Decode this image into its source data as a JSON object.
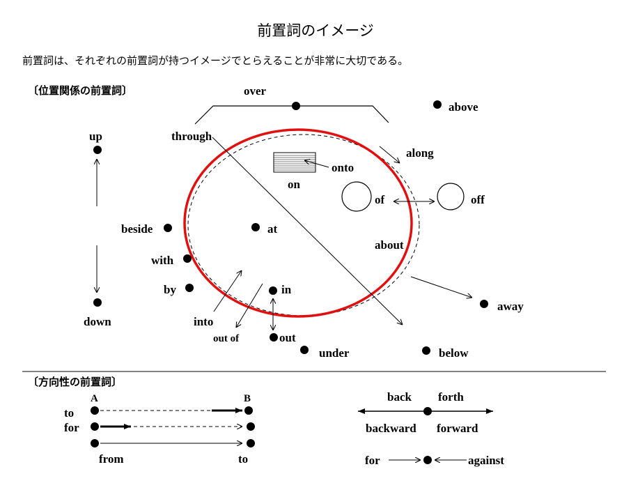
{
  "title": "前置詞のイメージ",
  "intro": "前置詞は、それぞれの前置詞が持つイメージでとらえることが非常に大切である。",
  "section_position": "〔位置関係の前置詞〕",
  "section_direction": "〔方向性の前置詞〕",
  "positional": {
    "over": "over",
    "above": "above",
    "through": "through",
    "up": "up",
    "along": "along",
    "onto": "onto",
    "on": "on",
    "of": "of",
    "off": "off",
    "beside": "beside",
    "at": "at",
    "about": "about",
    "with": "with",
    "by": "by",
    "in": "in",
    "away": "away",
    "down": "down",
    "into": "into",
    "out_of": "out of",
    "out": "out",
    "under": "under",
    "below": "below"
  },
  "directional": {
    "point_a": "A",
    "point_b": "B",
    "to_left": "to",
    "for_left": "for",
    "from": "from",
    "to_right": "to",
    "back": "back",
    "forth": "forth",
    "backward": "backward",
    "forward": "forward",
    "for_bottom": "for",
    "against": "against"
  },
  "colors": {
    "ring": "#e01010",
    "ink": "#000000"
  }
}
